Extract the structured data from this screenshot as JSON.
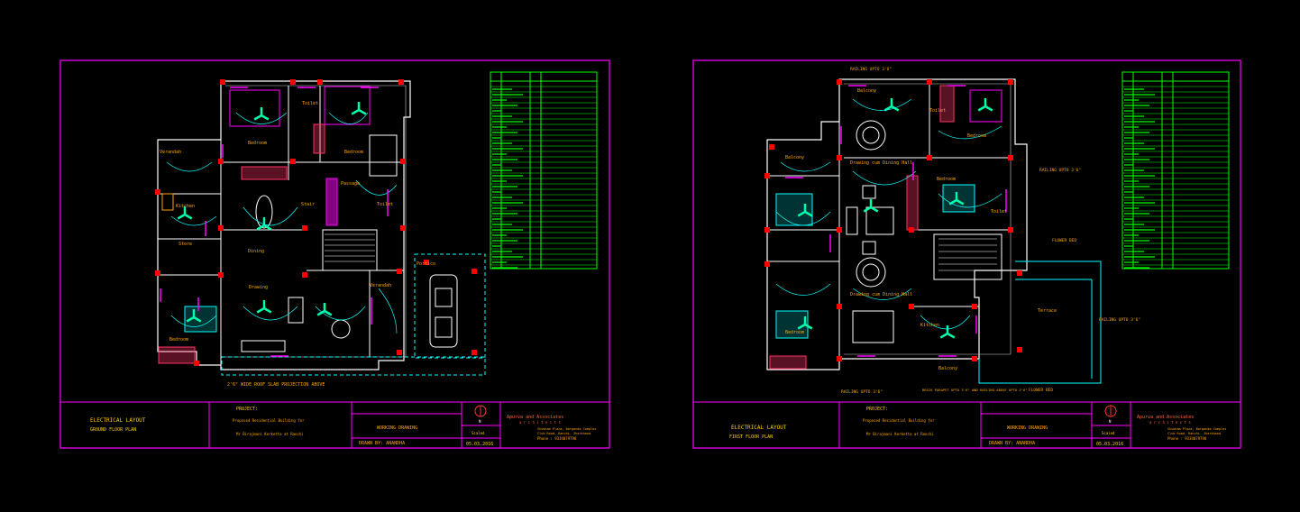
{
  "colors": {
    "background": "#000000",
    "frame": "#ff00ff",
    "wall": "#ffffff",
    "room_label": "#ffa500",
    "electrical": "#00ffff",
    "furniture": "#ff00ff",
    "legend": "#00ff00",
    "column": "#ff0000",
    "stair": "#ff3366",
    "fixture": "#00ffaa",
    "title": "#ffcc00"
  },
  "sheets": [
    {
      "id": "ground",
      "title_line1": "ELECTRICAL LAYOUT",
      "title_line2": "GROUND FLOOR PLAN",
      "project_label": "PROJECT:",
      "project_line1": "Proposed Residential Building for",
      "project_line2": "Mr Birajmani Kerketta at Ranchi",
      "drawing_type": "WORKING DRAWING",
      "drawn_by": "DRAWN BY:  ANANDHA",
      "scale": "Scaled",
      "date": "05.03.2016",
      "north": "N",
      "firm": "Apurva and Associates",
      "firm_sub": "a r c h i t e c t s",
      "address1": "Shubham Plaza, Barganda Complex",
      "address2": "Club Road, Ranchi, Jharkhand",
      "phone": "Phone :  9334079798",
      "note": "2'6\" WIDE ROOF SLAB PROJECTION ABOVE",
      "rooms": [
        "Verandah",
        "Dining",
        "Bedroom",
        "Kitchen",
        "Store",
        "Toilet",
        "Passage",
        "Bedroom",
        "Stair",
        "Drawing",
        "Verandah",
        "Portico",
        "Bedroom",
        "Toilet"
      ]
    },
    {
      "id": "first",
      "title_line1": "ELECTRICAL LAYOUT",
      "title_line2": "FIRST FLOOR PLAN",
      "project_label": "PROJECT:",
      "project_line1": "Proposed Residential Building for",
      "project_line2": "Mr Birajmani Kerketta at Ranchi",
      "drawing_type": "WORKING DRAWING",
      "drawn_by": "DRAWN BY:  ANANDHA",
      "scale": "Scaled",
      "date": "05.03.2016",
      "north": "N",
      "firm": "Apurva and Associates",
      "firm_sub": "a r c h i t e c t s",
      "address1": "Shubham Plaza, Barganda Complex",
      "address2": "Club Road, Ranchi, Jharkhand",
      "phone": "Phone :  9334079798",
      "notes": [
        "RAILING UPTO 3'6\"",
        "RAILING UPTO 3'6\"",
        "FLOWER BED",
        "RAILING UPTO 3'6\"",
        "RAILING UPTO 3'6\"",
        "BRICK PARAPET UPTO 3'6\" AND RAILING ABOVE UPTO 2'6\"",
        "FLOWER BED"
      ],
      "rooms": [
        "Balcony",
        "Bedroom",
        "Toilet",
        "Balcony",
        "Drawing cum Dining Hall",
        "Bedroom",
        "Toilet",
        "Drawing cum Dining Hall",
        "Kitchen",
        "Balcony",
        "Bedroom",
        "Terrace"
      ]
    }
  ]
}
